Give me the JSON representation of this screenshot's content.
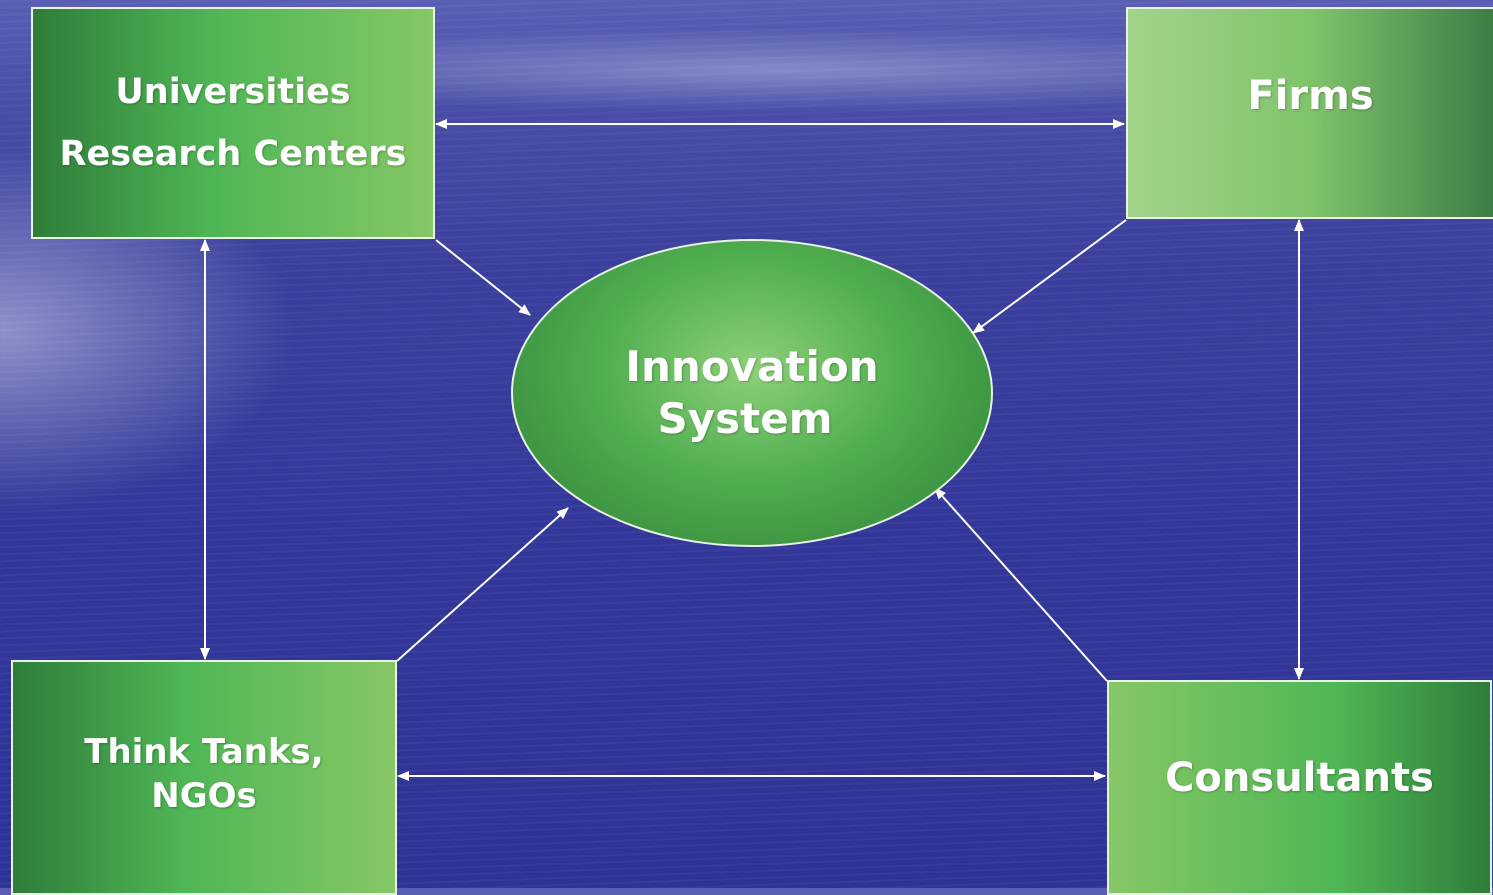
{
  "diagram": {
    "nodes": {
      "universities": {
        "lines": [
          "Universities",
          "Research Centers"
        ]
      },
      "firms": {
        "lines": [
          "Firms"
        ]
      },
      "think_tanks": {
        "lines": [
          "Think Tanks,",
          "NGOs"
        ]
      },
      "consultants": {
        "lines": [
          "Consultants"
        ]
      },
      "innovation_system": {
        "lines": [
          "Innovation",
          "System"
        ]
      }
    },
    "edges": [
      {
        "from": "universities",
        "to": "firms",
        "direction": "both"
      },
      {
        "from": "universities",
        "to": "think_tanks",
        "direction": "both"
      },
      {
        "from": "firms",
        "to": "consultants",
        "direction": "both"
      },
      {
        "from": "think_tanks",
        "to": "consultants",
        "direction": "both"
      },
      {
        "from": "universities",
        "to": "innovation_system",
        "direction": "forward"
      },
      {
        "from": "firms",
        "to": "innovation_system",
        "direction": "forward"
      },
      {
        "from": "think_tanks",
        "to": "innovation_system",
        "direction": "forward"
      },
      {
        "from": "consultants",
        "to": "innovation_system",
        "direction": "forward"
      }
    ],
    "colors": {
      "background": "#33379a",
      "node_green_dark": "#2e7d3a",
      "node_green_mid": "#4fb655",
      "node_green_light": "#86c766",
      "connector": "#ffffff",
      "text": "#ffffff"
    }
  }
}
